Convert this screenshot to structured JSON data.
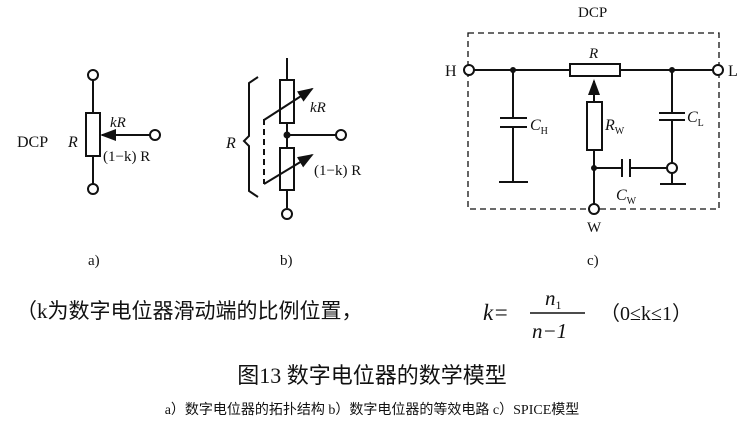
{
  "panel_a": {
    "dcp": "DCP",
    "r": "R",
    "kr": "kR",
    "rest": "(1−k) R",
    "label": "a)"
  },
  "panel_b": {
    "r": "R",
    "kr": "kR",
    "rest": "(1−k) R",
    "label": "b)"
  },
  "panel_c": {
    "dcp": "DCP",
    "h": "H",
    "l": "L",
    "w": "W",
    "r": "R",
    "ch": "C",
    "ch_sub": "H",
    "rw": "R",
    "rw_sub": "W",
    "cl": "C",
    "cl_sub": "L",
    "cw": "C",
    "cw_sub": "W",
    "label": "c)"
  },
  "formula": {
    "prefix": "（k为数字电位器滑动端的比例位置，",
    "k_eq": "k=",
    "numerator": "n",
    "numerator_sub": "1",
    "denominator": "n−1",
    "range": "（0≤k≤1）"
  },
  "figure": {
    "title": "图13  数字电位器的数学模型",
    "caption": "a）数字电位器的拓扑结构 b）数字电位器的等效电路 c）SPICE模型"
  }
}
